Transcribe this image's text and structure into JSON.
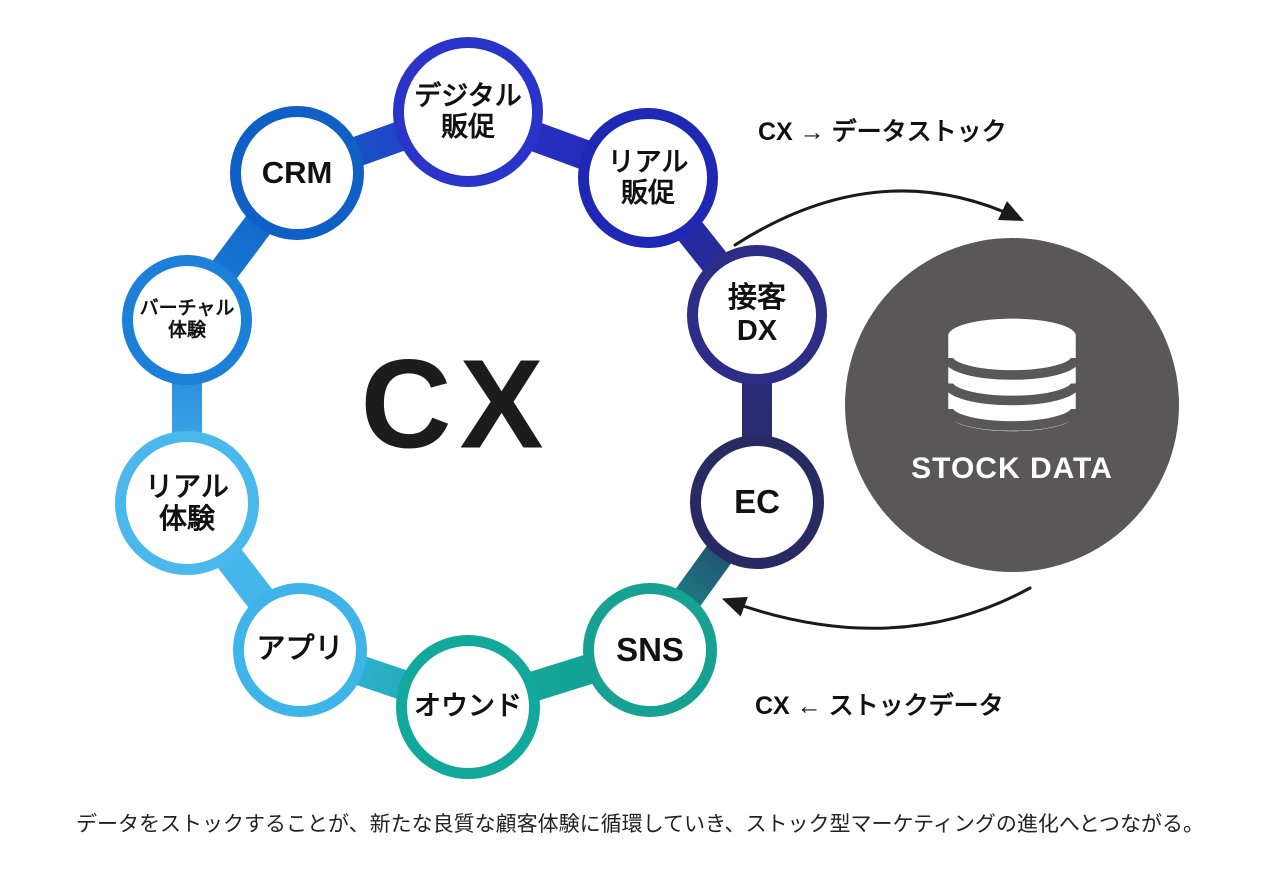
{
  "center_label": "CX",
  "ring": {
    "nodes": [
      {
        "label": "デジタル\n販促",
        "color": "#2a34c8"
      },
      {
        "label": "リアル\n販促",
        "color": "#1f28b4"
      },
      {
        "label": "接客\nDX",
        "color": "#2b2d86"
      },
      {
        "label": "EC",
        "color": "#282b62"
      },
      {
        "label": "SNS",
        "color": "#16a193"
      },
      {
        "label": "オウンド",
        "color": "#12a89b"
      },
      {
        "label": "アプリ",
        "color": "#3eb4e9"
      },
      {
        "label": "リアル\n体験",
        "color": "#4bb8ec"
      },
      {
        "label": "バーチャル\n体験",
        "color": "#1c7fd8"
      },
      {
        "label": "CRM",
        "color": "#105fc4"
      }
    ]
  },
  "stock": {
    "label": "STOCK DATA",
    "circle_color": "#595757",
    "icon": "database-icon"
  },
  "arrows": {
    "top_label": "CX → データストック",
    "bottom_label": "CX ← ストックデータ"
  },
  "caption": "データをストックすることが、新たな良質な顧客体験に循環していき、ストック型マーケティングの進化へとつながる。"
}
